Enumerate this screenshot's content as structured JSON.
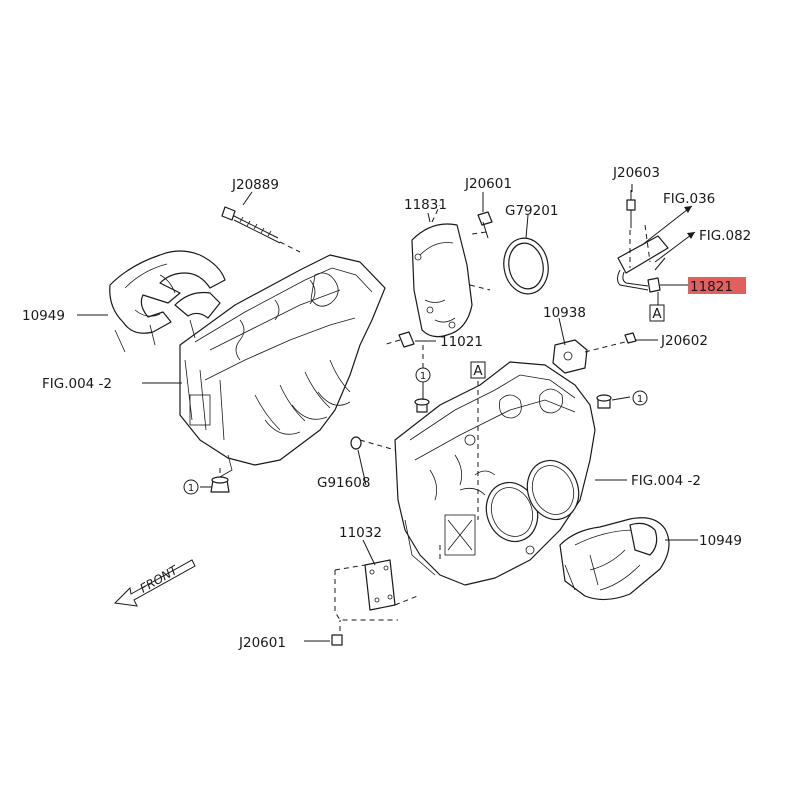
{
  "labels": {
    "j20889": "J20889",
    "j20601_top": "J20601",
    "g79201": "G79201",
    "j20603": "J20603",
    "fig036": "FIG.036",
    "fig082": "FIG.082",
    "l11821": "11821",
    "l11831": "11831",
    "l10949_left": "10949",
    "l11021": "11021",
    "l10938": "10938",
    "j20602": "J20602",
    "fig004_left": "FIG.004 -2",
    "fig004_right": "FIG.004 -2",
    "g91608": "G91608",
    "l11032": "11032",
    "l10949_right": "10949",
    "j20601_bottom": "J20601",
    "front": "FRONT",
    "ref_a_upper": "A",
    "ref_a_lower": "A",
    "circle_1_a": "1",
    "circle_1_b": "1",
    "circle_1_c": "1"
  },
  "colors": {
    "line": "#1a1a1a",
    "highlight": "#e06060",
    "background": "#ffffff"
  }
}
